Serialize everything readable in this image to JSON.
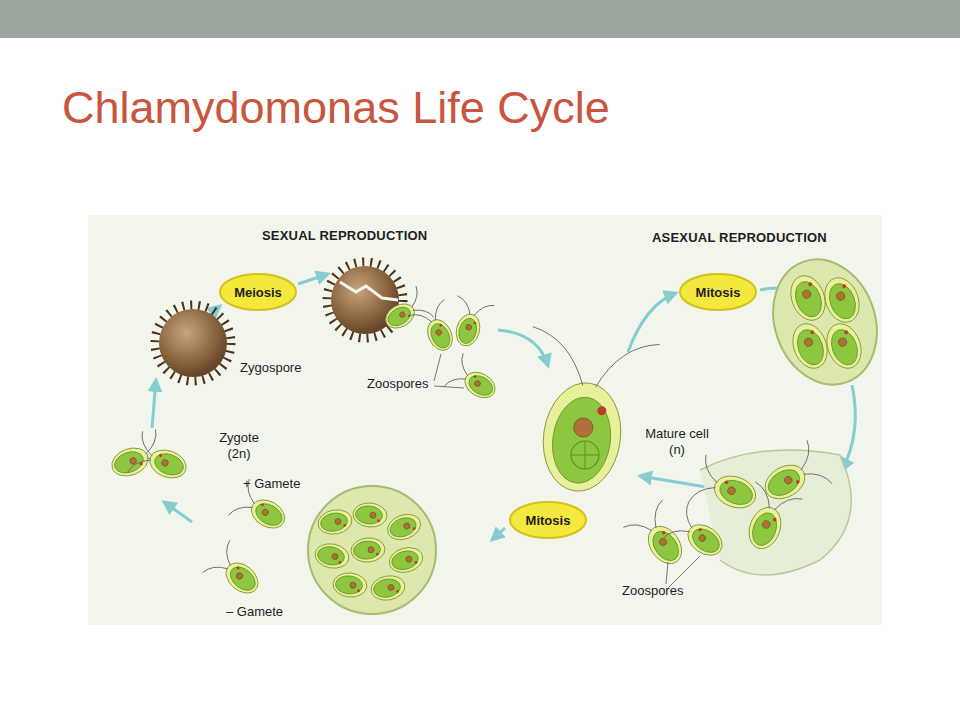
{
  "diagram": {
    "title": "Chlamydomonas Life Cycle",
    "nodes": [
      {
        "text": [
          "Meiosis"
        ]
      },
      {
        "text": [
          "Mitosis"
        ]
      },
      {
        "text": [
          "Mitosis"
        ]
      }
    ],
    "labels": [
      "SEXUAL REPRODUCTION",
      "ASEXUAL REPRODUCTION",
      "Zygospore",
      "Zoospores",
      "Zygote (2n)",
      "+ Gamete",
      "– Gamete",
      "Mature cell (n)",
      "Zoospores"
    ]
  }
}
